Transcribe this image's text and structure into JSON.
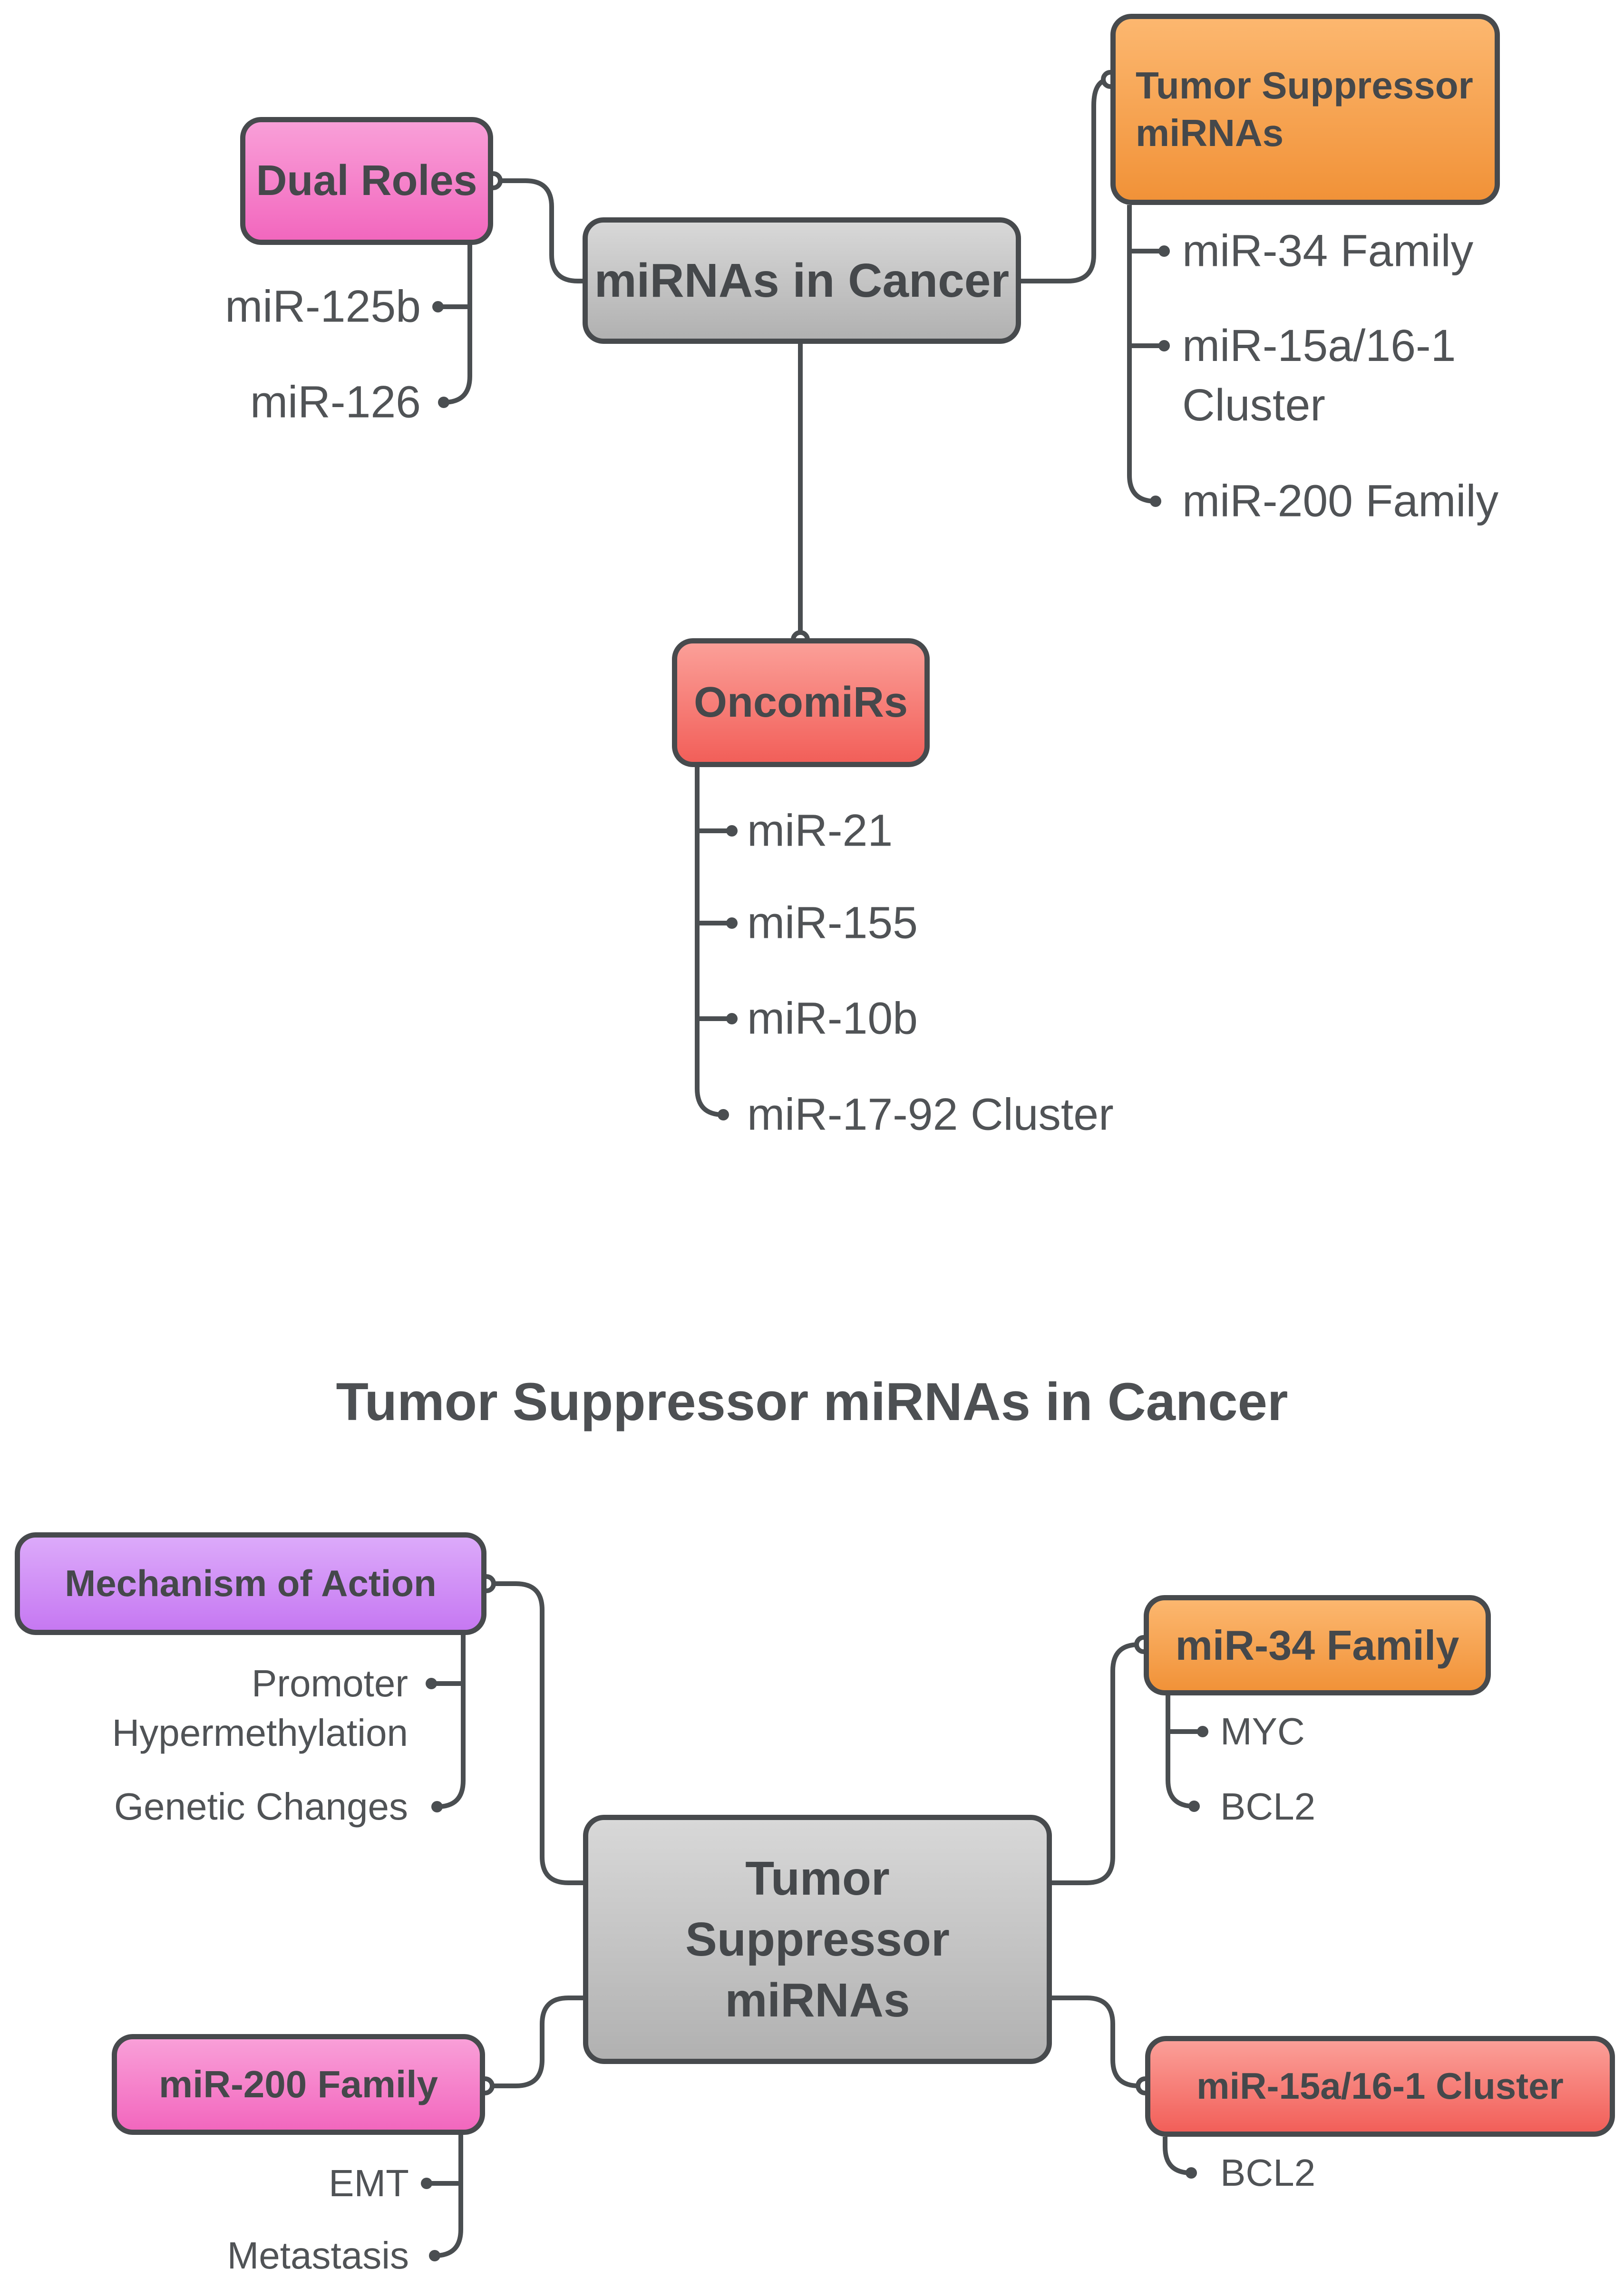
{
  "section2_title": "Tumor Suppressor miRNAs in Cancer",
  "map1": {
    "center": "miRNAs in Cancer",
    "branches": [
      {
        "label": "Dual Roles",
        "color": "pink",
        "children": [
          "miR-125b",
          "miR-126"
        ]
      },
      {
        "label": "Tumor Suppressor miRNAs",
        "color": "orange",
        "children": [
          "miR-34 Family",
          "miR-15a/16-1 Cluster",
          "miR-200 Family"
        ]
      },
      {
        "label": "OncomiRs",
        "color": "red",
        "children": [
          "miR-21",
          "miR-155",
          "miR-10b",
          "miR-17-92 Cluster"
        ]
      }
    ]
  },
  "map2": {
    "center": "Tumor Suppressor miRNAs",
    "branches": [
      {
        "label": "Mechanism of Action",
        "color": "purple",
        "children": [
          "Promoter Hypermethylation",
          "Genetic Changes"
        ]
      },
      {
        "label": "miR-34 Family",
        "color": "orange",
        "children": [
          "MYC",
          "BCL2"
        ]
      },
      {
        "label": "miR-200 Family",
        "color": "pink",
        "children": [
          "EMT",
          "Metastasis"
        ]
      },
      {
        "label": "miR-15a/16-1 Cluster",
        "color": "red",
        "children": [
          "BCL2"
        ]
      }
    ]
  },
  "colors": {
    "pink1": "#f99fd8",
    "pink2": "#f267be",
    "orange1": "#fcb76f",
    "orange2": "#f19238",
    "red1": "#fb9f98",
    "red2": "#f25f59",
    "purple1": "#dcaafa",
    "purple2": "#c678f2",
    "gray1": "#d8d8d8",
    "gray2": "#b1b1b1",
    "line": "#4a4e51",
    "border": "#474a4d",
    "textNode": "#45484b",
    "textChild": "#505356",
    "textTitle": "#4d5053"
  }
}
